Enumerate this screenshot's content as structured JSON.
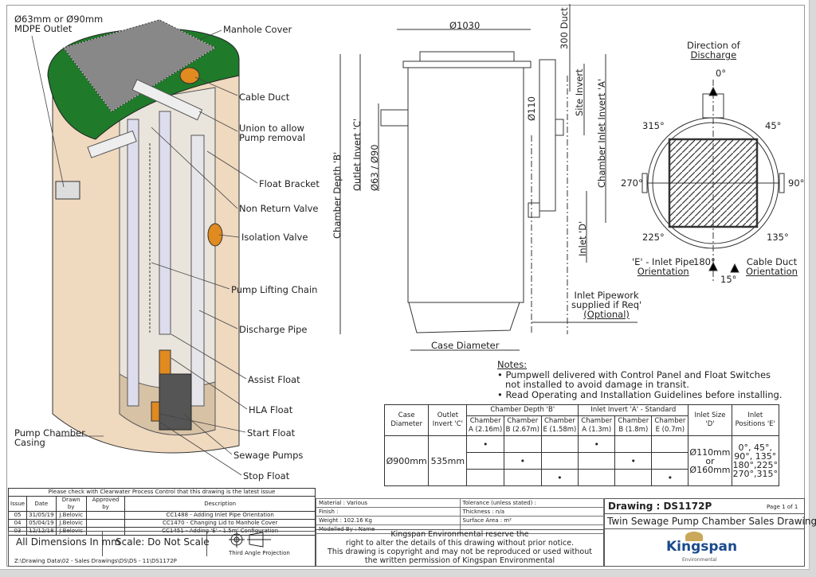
{
  "labels_3d": {
    "outlet": [
      "Ø63mm or Ø90mm",
      "MDPE Outlet"
    ],
    "manhole_cover": "Manhole Cover",
    "cable_duct": "Cable Duct",
    "union": [
      "Union to allow",
      "Pump removal"
    ],
    "float_bracket": "Float Bracket",
    "non_return_valve": "Non Return Valve",
    "isolation_valve": "Isolation Valve",
    "pump_lifting_chain": "Pump Lifting Chain",
    "discharge_pipe": "Discharge Pipe",
    "assist_float": "Assist Float",
    "hla_float": "HLA Float",
    "start_float": "Start Float",
    "sewage_pumps": "Sewage Pumps",
    "stop_float": "Stop Float",
    "casing": [
      "Pump Chamber",
      "Casing"
    ]
  },
  "elevation": {
    "top_dia": "Ø1030",
    "duct": "300 Duct",
    "chamber_depth": "Chamber Depth 'B'",
    "outlet_invert": "Outlet Invert 'C'",
    "outlet_dia": "Ø63 / Ø90",
    "inlet_dia": "Ø110",
    "site_invert": "Site Invert",
    "chamber_inlet_invert": "Chamber Inlet Invert 'A'",
    "inlet_d": "Inlet 'D'",
    "inlet_pipework": [
      "Inlet Pipework",
      "supplied if Req'",
      "(Optional)"
    ],
    "case_diameter": "Case Diameter"
  },
  "plan": {
    "direction": [
      "Direction of",
      "Discharge"
    ],
    "angles": [
      "0°",
      "45°",
      "90°",
      "135°",
      "180°",
      "225°",
      "270°",
      "315°"
    ],
    "inlet_orientation": [
      "'E' - Inlet Pipe",
      "Orientation"
    ],
    "cable_orientation": [
      "Cable Duct",
      "Orientation"
    ],
    "offset": "15°"
  },
  "notes": {
    "title": "Notes:",
    "items": [
      "• Pumpwell delivered with Control Panel and Float Switches not installed to avoid damage in transit.",
      "• Read Operating and Installation Guidelines before installing."
    ]
  },
  "spec_table": {
    "headers": {
      "case_diameter": "Case Diameter",
      "outlet_invert": "Outlet Invert 'C'",
      "chamber_depth": "Chamber Depth 'B'",
      "inlet_invert": "Inlet Invert 'A' - Standard",
      "inlet_size": "Inlet Size 'D'",
      "inlet_positions": "Inlet Positions 'E'",
      "depth_cols": [
        "Chamber A (2.16m)",
        "Chamber B (2.67m)",
        "Chamber E (1.58m)"
      ],
      "invert_cols": [
        "Chamber A (1.3m)",
        "Chamber B (1.8m)",
        "Chamber E (0.7m)"
      ]
    },
    "case_diameter": "Ø900mm",
    "outlet_invert": "535mm",
    "inlet_size": "Ø110mm or Ø160mm",
    "inlet_positions": "0°, 45°, 90°, 135° 180°,225° 270°,315°",
    "dot": "•"
  },
  "revisions": {
    "notice": "Please check with Clearwater Process Control that this drawing is the latest issue",
    "headers": [
      "Issue",
      "Date",
      "Drawn by",
      "Approved by",
      "Description"
    ],
    "rows": [
      [
        "05",
        "31/05/19",
        "J.Belovic",
        "",
        "CC1488 - Adding Inlet Pipe Orientation"
      ],
      [
        "04",
        "05/04/19",
        "J.Belovic",
        "",
        "CC1470 - Changing Lid to Manhole Cover"
      ],
      [
        "03",
        "12/12/18",
        "J.Belovic",
        "",
        "CC1451 - Adding 'E' - 1.5m' Configuration"
      ]
    ]
  },
  "footer": {
    "dimensions": "All Dimensions In mm",
    "scale": "Scale: Do Not Scale",
    "projection": "Third Angle Projection",
    "path": "Z:\\Drawing Data\\02 - Sales Drawings\\DS\\DS - 11\\DS1172P",
    "material": "Material : Various",
    "finish": "Finish :",
    "weight": "Weight : 102.16 Kg",
    "modelled": "Modelled By : Name",
    "tolerance": "Tolerance (unless stated) :",
    "thickness": "Thickness : n/a",
    "surface": "Surface Area : m²",
    "disclaimer": [
      "Kingspan Environmental reserve the",
      "right to alter the details of this drawing without prior notice.",
      "This drawing is copyright and may not be reproduced or used without",
      "the written permission of Kingspan Environmental"
    ],
    "drawing_no": "Drawing : DS1172P",
    "page": "Page 1 of 1",
    "title": "Twin Sewage Pump Chamber Sales Drawing",
    "logo": "Kingspan",
    "logo_sub": "Environmental"
  },
  "colors": {
    "cover": "#1f7a2a",
    "body": "#efd9bf",
    "logo": "#1a4a8c",
    "accent": "#e08a20"
  }
}
